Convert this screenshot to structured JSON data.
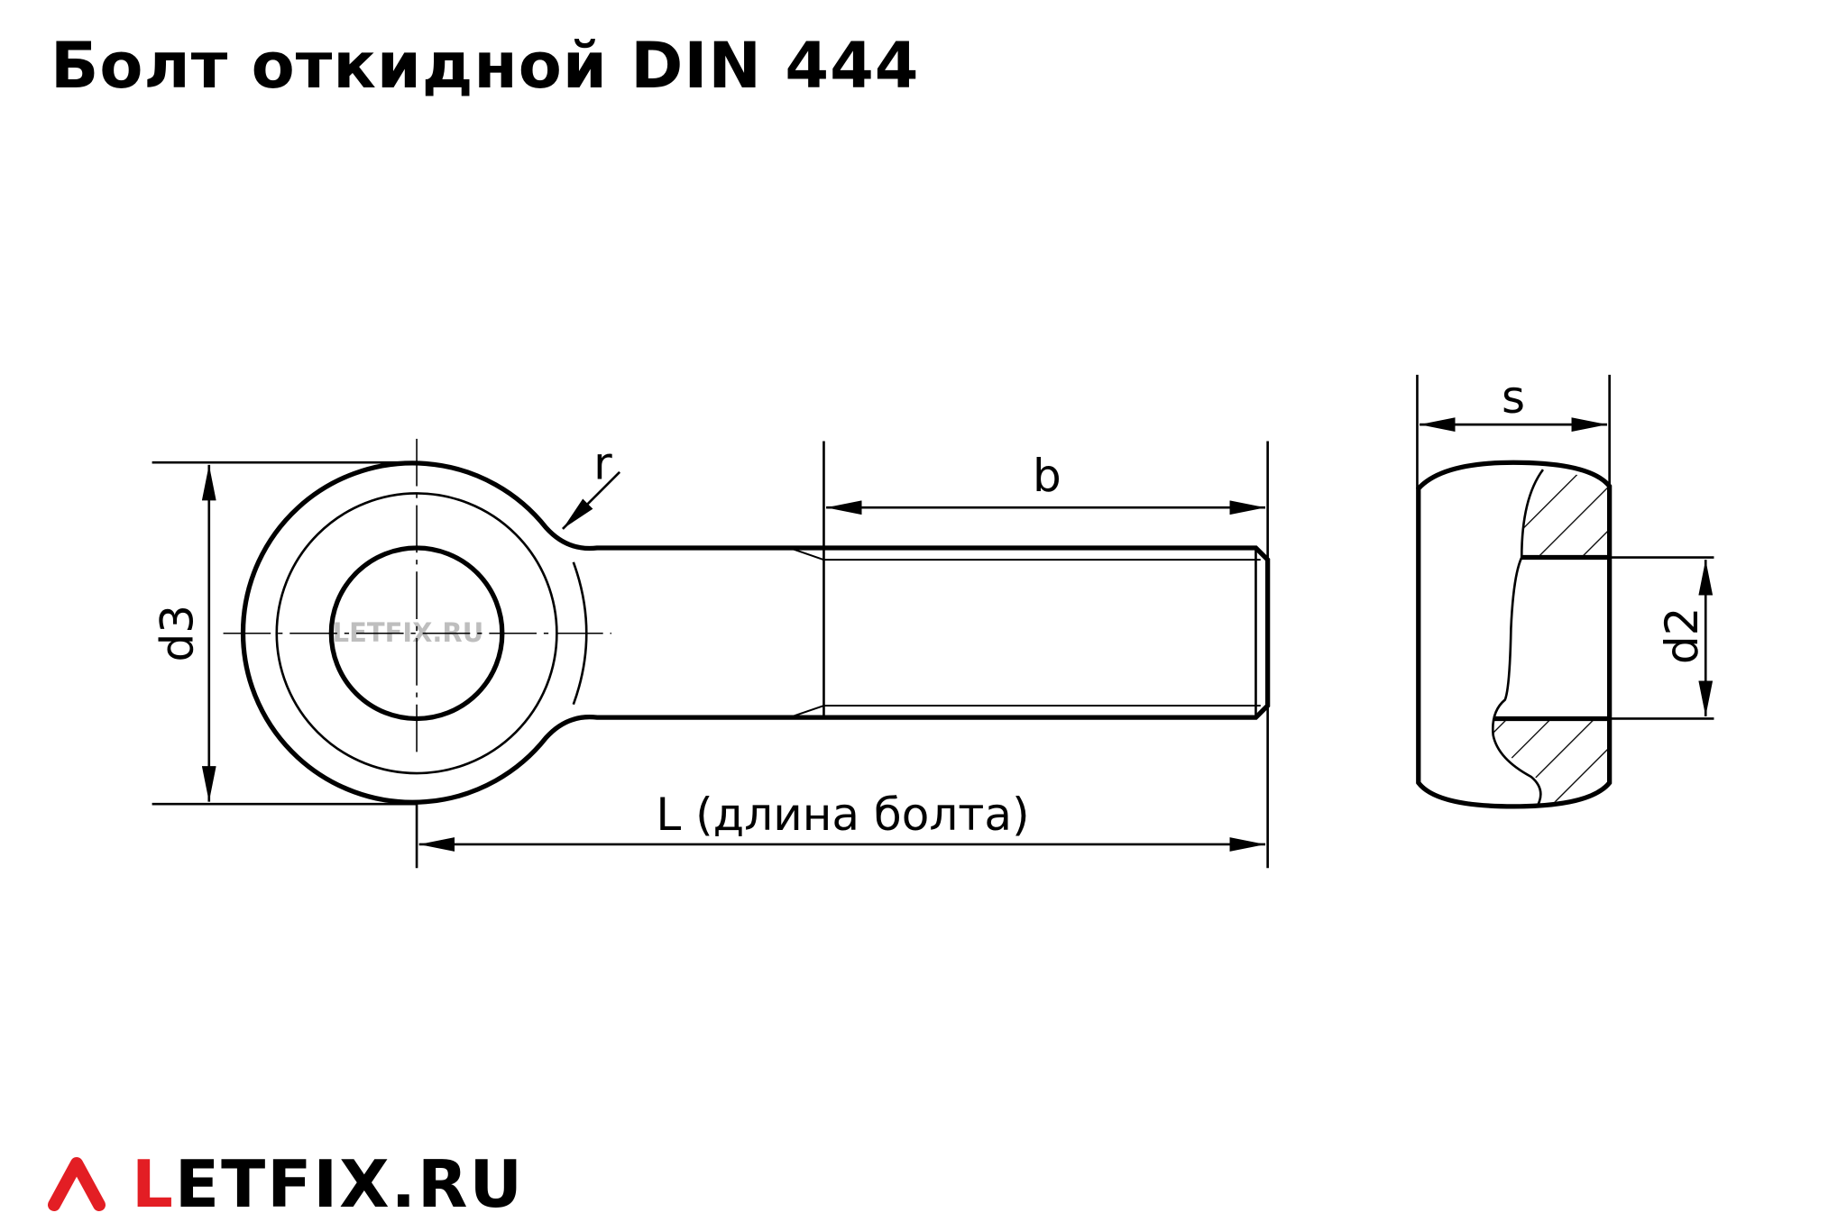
{
  "title": "Болт откидной DIN 444",
  "labels": {
    "d3": "d3",
    "r": "r",
    "b": "b",
    "L": "L (длина болта)",
    "s": "s",
    "d2": "d2"
  },
  "watermark": "LETFIX.RU",
  "logo": {
    "first_letter": "L",
    "rest": "ETFIX.RU"
  },
  "colors": {
    "brand_red": "#e31e24",
    "ink": "#000000"
  }
}
